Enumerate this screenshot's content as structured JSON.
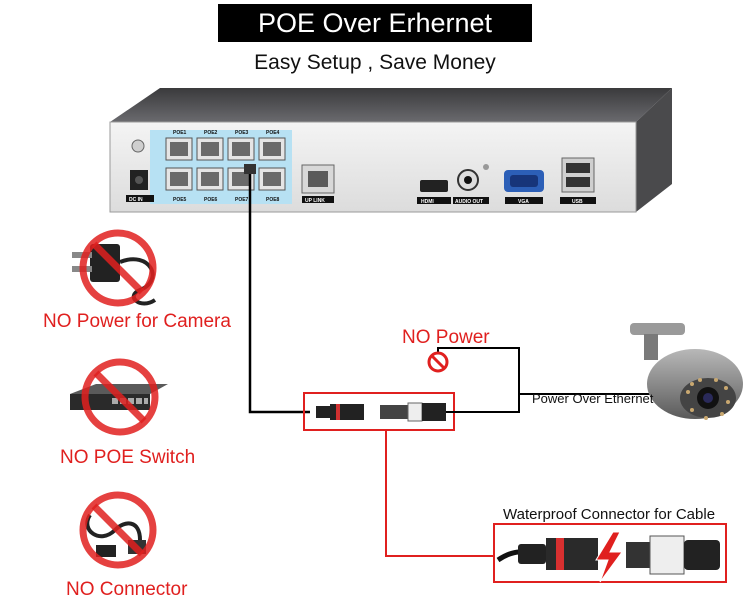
{
  "header": {
    "title": "POE Over Erhernet",
    "subtitle": "Easy Setup , Save Money"
  },
  "nvr": {
    "ports": [
      "POE1",
      "POE2",
      "POE3",
      "POE4",
      "POE5",
      "POE6",
      "POE7",
      "POE8"
    ],
    "dc_in": "DC IN",
    "uplink": "UP LINK",
    "hdmi": "HDMI",
    "audio_out": "AUDIO OUT",
    "vga": "VGA",
    "usb": "USB"
  },
  "left_items": [
    {
      "label": "NO Power for Camera"
    },
    {
      "label": "NO  POE Switch"
    },
    {
      "label": "NO Connector"
    }
  ],
  "no_power_label": "NO Power",
  "power_over_ethernet_label": "Power Over Ethernet",
  "waterproof_label": "Waterproof Connector for Cable",
  "colors": {
    "red": "#e0201f",
    "black": "#000000",
    "chassis": "#5a5a5c"
  },
  "icons": [
    "power-adapter-icon",
    "poe-switch-icon",
    "usb-connector-icon",
    "prohibited-icon",
    "bullet-camera-icon",
    "lightning-icon"
  ]
}
